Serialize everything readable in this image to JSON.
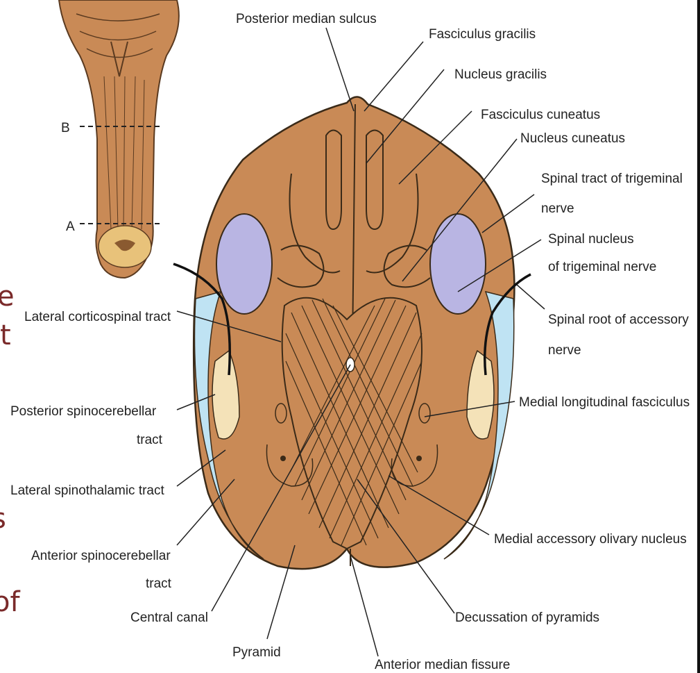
{
  "labels": {
    "posterior_median_sulcus": "Posterior median sulcus",
    "fasciculus_gracilis": "Fasciculus gracilis",
    "nucleus_gracilis": "Nucleus gracilis",
    "fasciculus_cuneatus": "Fasciculus cuneatus",
    "nucleus_cuneatus": "Nucleus cuneatus",
    "spinal_tract_trigeminal_1": "Spinal tract of trigeminal",
    "spinal_tract_trigeminal_2": "nerve",
    "spinal_nucleus_trigeminal_1": "Spinal nucleus",
    "spinal_nucleus_trigeminal_2": "of trigeminal nerve",
    "spinal_root_accessory_1": "Spinal root of accessory",
    "spinal_root_accessory_2": "nerve",
    "medial_longitudinal_fasciculus": "Medial longitudinal fasciculus",
    "medial_accessory_olivary_nucleus": "Medial accessory olivary nucleus",
    "decussation_of_pyramids": "Decussation of pyramids",
    "anterior_median_fissure": "Anterior median fissure",
    "pyramid": "Pyramid",
    "central_canal": "Central canal",
    "anterior_spinocerebellar_1": "Anterior spinocerebellar",
    "anterior_spinocerebellar_2": "tract",
    "lateral_spinothalamic_tract": "Lateral spinothalamic tract",
    "posterior_spinocerebellar_1": "Posterior spinocerebellar",
    "posterior_spinocerebellar_2": "tract",
    "lateral_corticospinal_tract": "Lateral corticospinal tract",
    "level_b": "B",
    "level_a": "A"
  },
  "slide_fragments": [
    "e",
    "t",
    "s",
    "of"
  ],
  "colors": {
    "tissue": "#c98a56",
    "tissue_dark": "#a86a3a",
    "nucleus_blue": "#b9b5e3",
    "tract_blue": "#bfe3f3",
    "tract_cream": "#f4e2b8",
    "slide_text": "#7a2a2a"
  }
}
